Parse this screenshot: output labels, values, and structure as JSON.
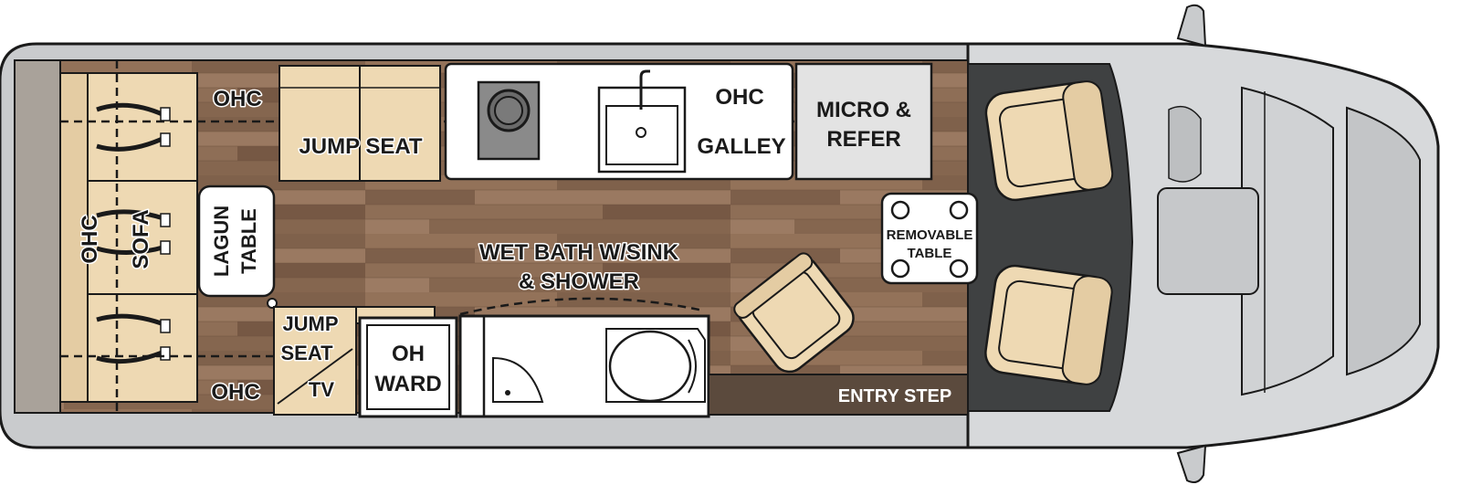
{
  "colors": {
    "floor": "#8a6a52",
    "floor_dark": "#6b4f3b",
    "cushion": "#eed9b3",
    "cab_floor": "#3f4142",
    "van_body": "#c9cbcd",
    "cab_body": "#d7d9db",
    "outline": "#1a1a1a",
    "entry_step": "#5b4a3d",
    "counter": "#ffffff",
    "refer": "#e3e3e3"
  },
  "labels": {
    "ohc_rear_top": "OHC",
    "ohc_rear_bottom": "OHC",
    "ohc_rear_side": "OHC",
    "sofa": "SOFA",
    "lagun_table_line1": "LAGUN",
    "lagun_table_line2": "TABLE",
    "jump_seat_top": "JUMP SEAT",
    "jump_seat_bottom_line1": "JUMP",
    "jump_seat_bottom_line2": "SEAT",
    "tv": "TV",
    "ohc_galley": "OHC",
    "galley": "GALLEY",
    "micro_refer_line1": "MICRO &",
    "micro_refer_line2": "REFER",
    "wet_bath_line1": "WET BATH W/SINK",
    "wet_bath_line2": "& SHOWER",
    "oh_ward_line1": "OH",
    "oh_ward_line2": "WARD",
    "removable_table_line1": "REMOVABLE",
    "removable_table_line2": "TABLE",
    "entry_step": "ENTRY STEP"
  }
}
